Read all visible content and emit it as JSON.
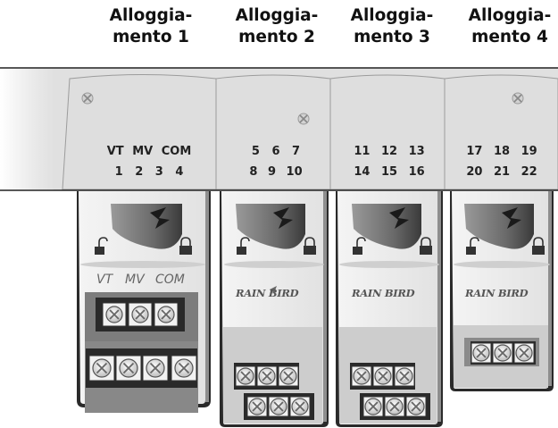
{
  "headers": [
    {
      "line1": "Alloggia-",
      "line2": "mento 1"
    },
    {
      "line1": "Alloggia-",
      "line2": "mento 2"
    },
    {
      "line1": "Alloggia-",
      "line2": "mento 3"
    },
    {
      "line1": "Alloggia-",
      "line2": "mento 4"
    }
  ],
  "slot1": {
    "top_labels": [
      "VT",
      "MV",
      "COM"
    ],
    "bottom_labels": [
      "1",
      "2",
      "3",
      "4"
    ],
    "terminal_labels": [
      "VT",
      "MV",
      "COM"
    ]
  },
  "slot2": {
    "row1": [
      "5",
      "6",
      "7"
    ],
    "row2": [
      "8",
      "9",
      "10"
    ]
  },
  "slot3": {
    "row1": [
      "11",
      "12",
      "13"
    ],
    "row2": [
      "14",
      "15",
      "16"
    ]
  },
  "slot4": {
    "row1": [
      "17",
      "18",
      "19"
    ],
    "row2": [
      "20",
      "21",
      "22"
    ]
  },
  "brand": "RAIN BIRD",
  "icons": [
    "screw-icon",
    "unlock-icon",
    "lock-icon",
    "rain-bird-logo-icon",
    "terminal-screw-icon"
  ]
}
